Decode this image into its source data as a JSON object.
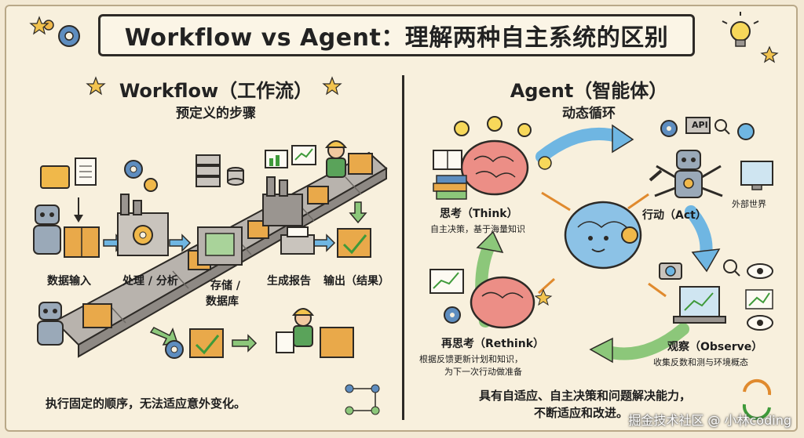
{
  "title": "Workflow vs Agent：理解两种自主系统的区别",
  "workflow": {
    "heading": "Workflow（工作流）",
    "subheading": "预定义的步骤",
    "steps": [
      "数据输入",
      "处理 / 分析",
      "存储 /",
      "数据库",
      "生成报告",
      "输出（结果）"
    ],
    "footer": "执行固定的顺序，无法适应意外变化。"
  },
  "agent": {
    "heading": "Agent（智能体）",
    "subheading": "动态循环",
    "think": {
      "label": "思考（Think）",
      "desc": "自主决策，基于海量知识"
    },
    "act": {
      "label": "行动（Act）",
      "world": "外部世界"
    },
    "observe": {
      "label": "观察（Observe）",
      "desc": "收集反数和测与环境概态"
    },
    "rethink": {
      "label": "再思考（Rethink）",
      "desc1": "根据反馈更新计划和知识，",
      "desc2": "为下一次行动做准备"
    },
    "api_label": "API",
    "footer1": "具有自适应、自主决策和问题解决能力，",
    "footer2": "不断适应和改进。"
  },
  "watermark": "掘金技术社区 @ 小林coding",
  "colors": {
    "box": "#e9a94a",
    "belt": "#9a9590",
    "brain": "#ec8e86",
    "cycle_blue": "#6fb6e2",
    "cycle_green": "#8cc77a",
    "ink": "#2d2a26"
  }
}
